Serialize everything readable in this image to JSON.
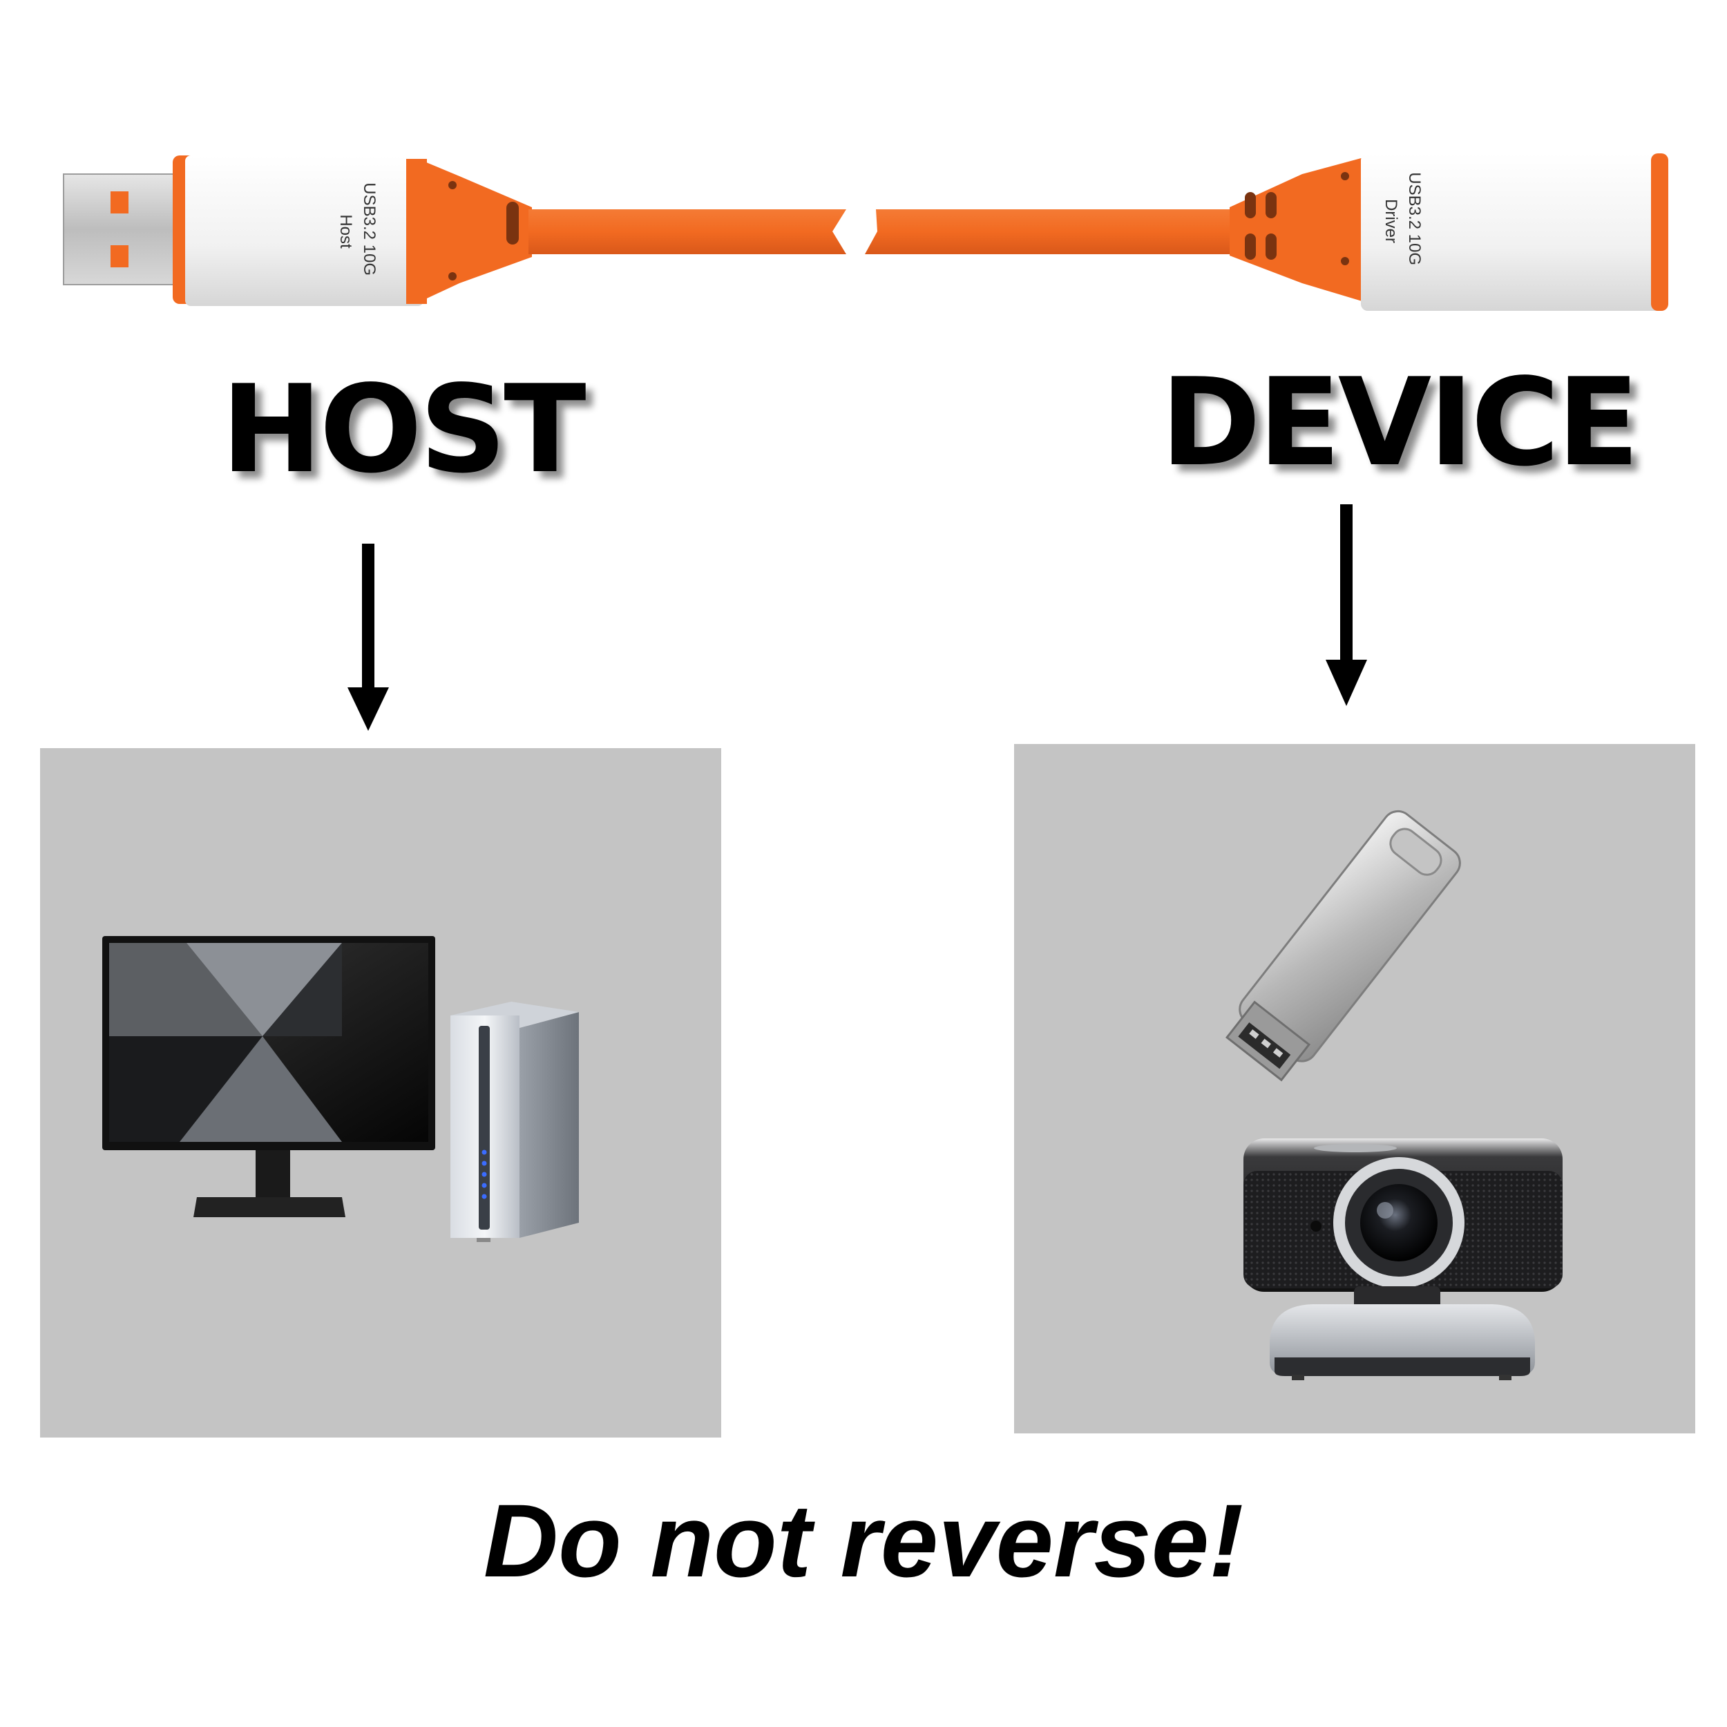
{
  "labels": {
    "host_heading": "HOST",
    "device_heading": "DEVICE",
    "warning": "Do not reverse!"
  },
  "connectors": {
    "male_line1": "USB3.2 10G",
    "male_line2": "Host",
    "female_line1": "USB3.2 10G",
    "female_line2": "Driver"
  },
  "colors": {
    "cable_orange": "#f26a21",
    "housing_white": "#eeeeee",
    "panel_gray": "#c4c4c4",
    "arrow_black": "#000000"
  },
  "icons": {
    "host_panel": [
      "monitor-icon",
      "pc-tower-icon"
    ],
    "device_panel": [
      "usb-flash-drive-icon",
      "webcam-icon"
    ]
  }
}
